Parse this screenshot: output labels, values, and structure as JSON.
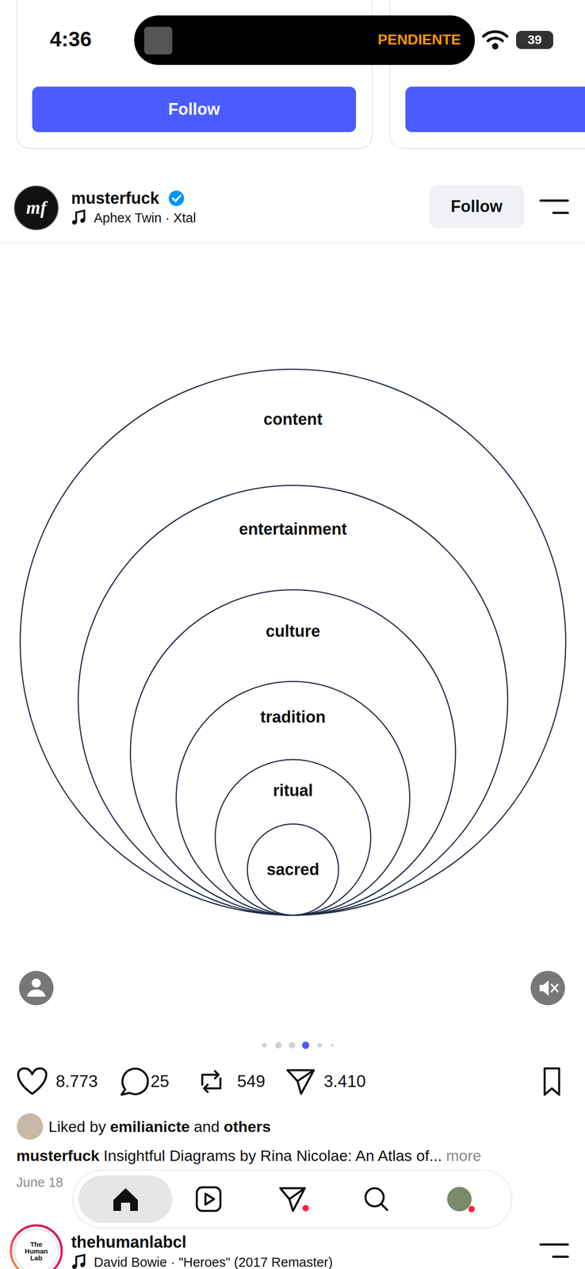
{
  "diagram": {
    "nodes": [
      {
        "text": [
          "content"
        ]
      },
      {
        "text": [
          "entertainment"
        ],
        "in": 0
      },
      {
        "text": [
          "culture"
        ],
        "in": 1
      },
      {
        "text": [
          "tradition"
        ],
        "in": 2
      },
      {
        "text": [
          "ritual"
        ],
        "in": 3
      },
      {
        "text": [
          "sacred"
        ],
        "in": 4
      }
    ],
    "labels": [
      "4:36",
      "PENDIENTE",
      "39",
      "Follow",
      "mf",
      "musterfuck",
      "Aphex Twin · Xtal",
      "Follow",
      "8.773",
      "25",
      "549",
      "3.410",
      "Liked by",
      "emilianicte",
      "and",
      "others",
      "musterfuck",
      "Insightful Diagrams by Rina Nicolae: An Atlas of...",
      "more",
      "June 18",
      "The Human Lab",
      "thehumanlabcl",
      "David Bowie · \"Heroes\" (2017 Remaster)"
    ]
  }
}
